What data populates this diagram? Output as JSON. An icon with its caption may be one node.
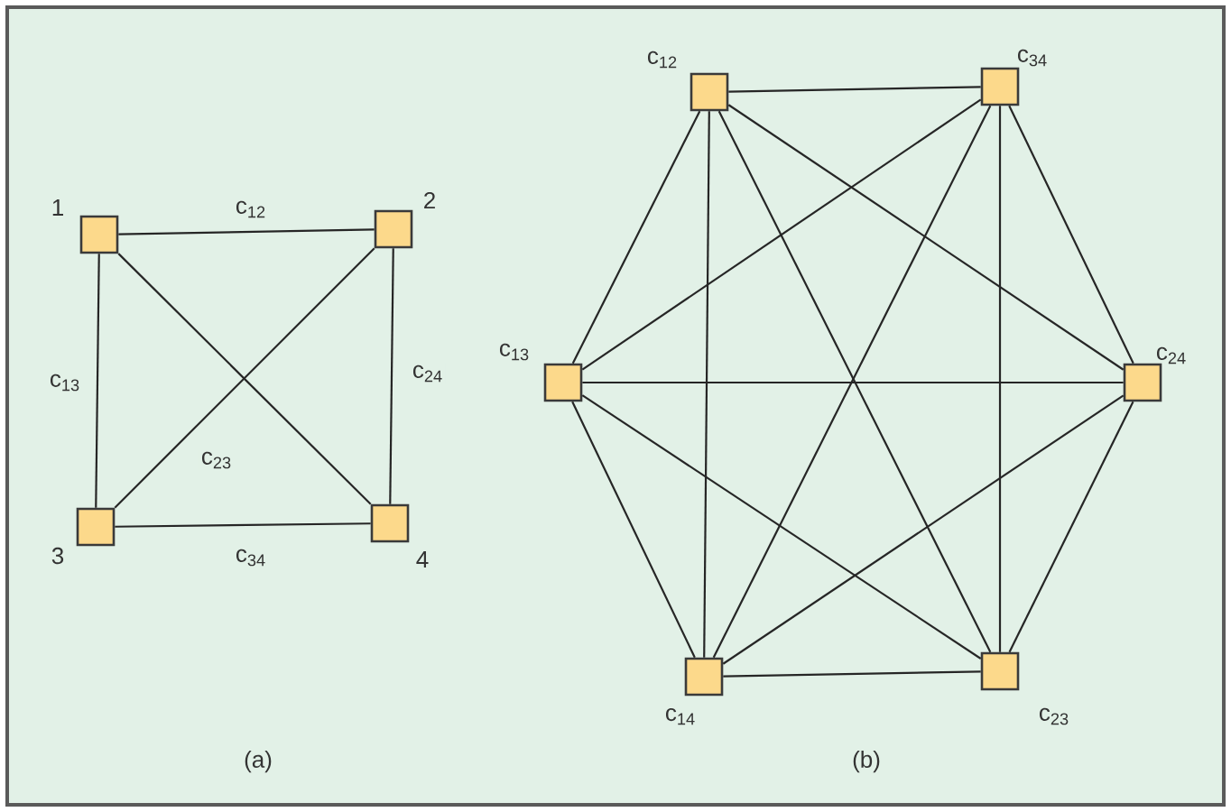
{
  "diagram": {
    "nodes": [
      {
        "text": [],
        "shape": "box",
        "beside": [
          "1"
        ]
      },
      {
        "text": [],
        "shape": "box",
        "beside": [
          "2"
        ]
      },
      {
        "text": [],
        "shape": "box",
        "beside": [
          "3"
        ]
      },
      {
        "text": [],
        "shape": "box",
        "beside": [
          "4"
        ]
      },
      {
        "text": [],
        "shape": "box",
        "beside": [
          "c$_{12}$"
        ]
      },
      {
        "text": [],
        "shape": "box",
        "beside": [
          "c$_{34}$"
        ]
      },
      {
        "text": [],
        "shape": "box",
        "beside": [
          "c$_{13}$"
        ]
      },
      {
        "text": [],
        "shape": "box",
        "beside": [
          "c$_{24}$"
        ]
      },
      {
        "text": [],
        "shape": "box",
        "beside": [
          "c$_{14}$"
        ]
      },
      {
        "text": [],
        "shape": "box",
        "beside": [
          "c$_{23}$"
        ]
      }
    ],
    "edges": [
      {
        "from": 0,
        "to": 1,
        "arrow": "none",
        "label": "c$_{12}$"
      },
      {
        "from": 0,
        "to": 2,
        "arrow": "none",
        "label": "c$_{13}$"
      },
      {
        "from": 0,
        "to": 3,
        "arrow": "none"
      },
      {
        "from": 1,
        "to": 2,
        "arrow": "none",
        "label": "c$_{23}$"
      },
      {
        "from": 1,
        "to": 3,
        "arrow": "none",
        "label": "c$_{24}$"
      },
      {
        "from": 2,
        "to": 3,
        "arrow": "none",
        "label": "c$_{34}$"
      },
      {
        "from": 4,
        "to": 5,
        "arrow": "none"
      },
      {
        "from": 4,
        "to": 6,
        "arrow": "none"
      },
      {
        "from": 4,
        "to": 7,
        "arrow": "none"
      },
      {
        "from": 4,
        "to": 8,
        "arrow": "none"
      },
      {
        "from": 4,
        "to": 9,
        "arrow": "none"
      },
      {
        "from": 5,
        "to": 6,
        "arrow": "none"
      },
      {
        "from": 5,
        "to": 7,
        "arrow": "none"
      },
      {
        "from": 5,
        "to": 8,
        "arrow": "none"
      },
      {
        "from": 5,
        "to": 9,
        "arrow": "none"
      },
      {
        "from": 6,
        "to": 7,
        "arrow": "none"
      },
      {
        "from": 6,
        "to": 8,
        "arrow": "none"
      },
      {
        "from": 6,
        "to": 9,
        "arrow": "none"
      },
      {
        "from": 7,
        "to": 8,
        "arrow": "none"
      },
      {
        "from": 7,
        "to": 9,
        "arrow": "none"
      },
      {
        "from": 8,
        "to": 9,
        "arrow": "none"
      }
    ],
    "labels": [
      "(a)",
      "(b)"
    ]
  }
}
